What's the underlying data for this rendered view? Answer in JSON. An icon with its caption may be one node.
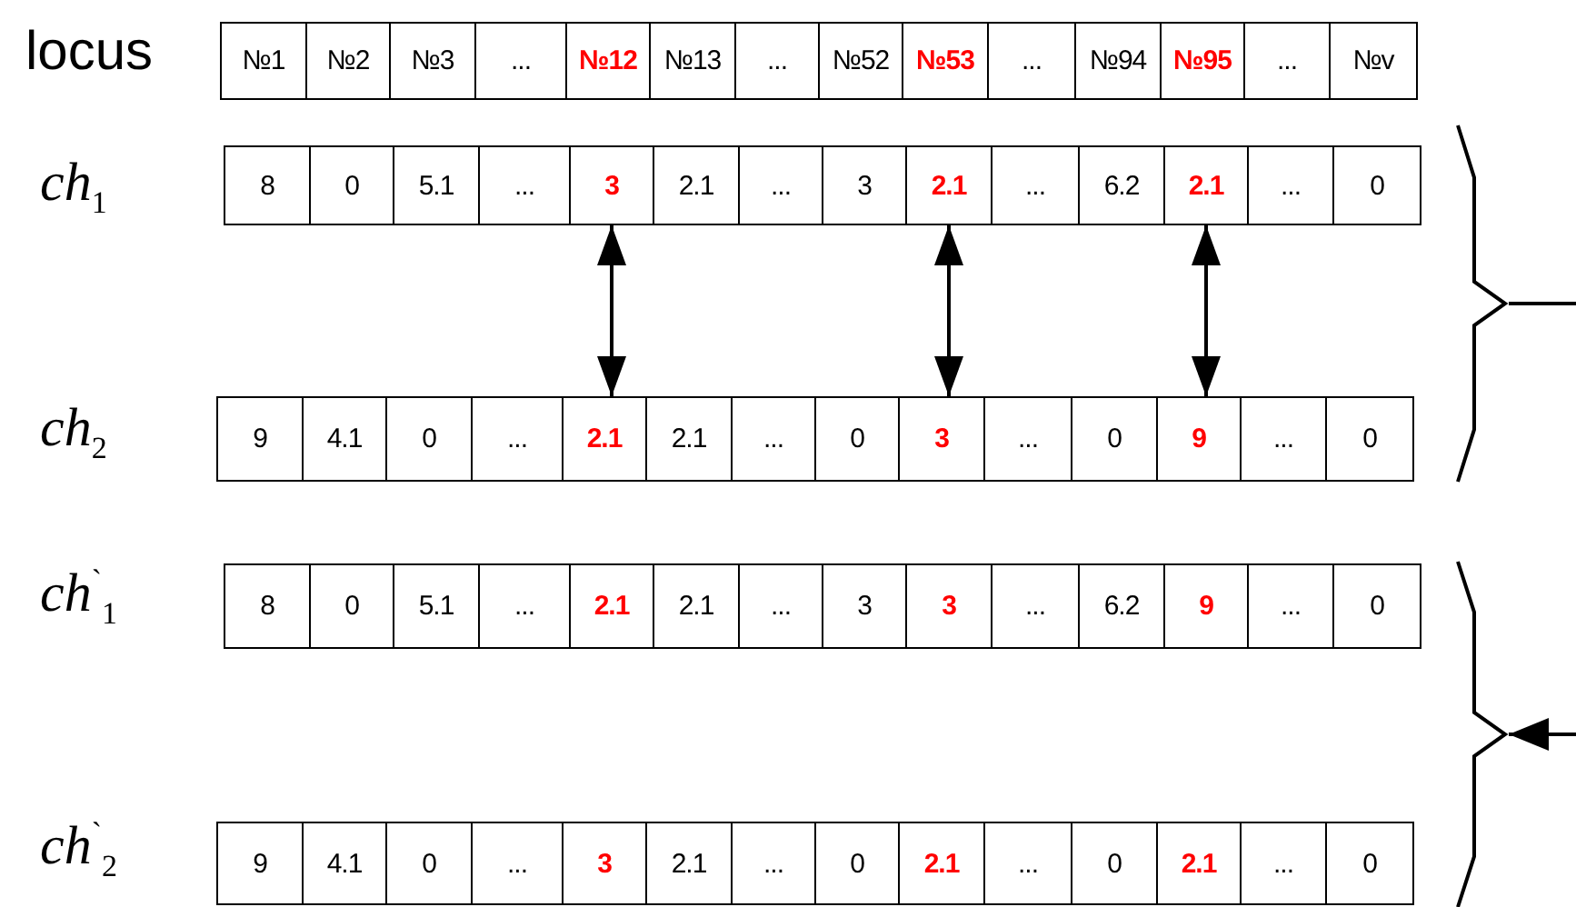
{
  "diagram": {
    "nodes": [
      {
        "text": [
          "№1"
        ]
      },
      {
        "text": [
          "№2"
        ]
      },
      {
        "text": [
          "№3"
        ]
      },
      {
        "text": [
          "..."
        ]
      },
      {
        "text": [
          "№12"
        ]
      },
      {
        "text": [
          "№13"
        ]
      },
      {
        "text": [
          "..."
        ]
      },
      {
        "text": [
          "№52"
        ]
      },
      {
        "text": [
          "№53"
        ]
      },
      {
        "text": [
          "..."
        ]
      },
      {
        "text": [
          "№94"
        ]
      },
      {
        "text": [
          "№95"
        ]
      },
      {
        "text": [
          "..."
        ]
      },
      {
        "text": [
          "№v"
        ]
      },
      {
        "text": [
          "8"
        ]
      },
      {
        "text": [
          "0"
        ]
      },
      {
        "text": [
          "5.1"
        ]
      },
      {
        "text": [
          "..."
        ]
      },
      {
        "text": [
          "3"
        ]
      },
      {
        "text": [
          "2.1"
        ]
      },
      {
        "text": [
          "..."
        ]
      },
      {
        "text": [
          "3"
        ]
      },
      {
        "text": [
          "2.1"
        ]
      },
      {
        "text": [
          "..."
        ]
      },
      {
        "text": [
          "6.2"
        ]
      },
      {
        "text": [
          "2.1"
        ]
      },
      {
        "text": [
          "..."
        ]
      },
      {
        "text": [
          "0"
        ]
      },
      {
        "text": [
          "9"
        ]
      },
      {
        "text": [
          "4.1"
        ]
      },
      {
        "text": [
          "0"
        ]
      },
      {
        "text": [
          "..."
        ]
      },
      {
        "text": [
          "2.1"
        ]
      },
      {
        "text": [
          "2.1"
        ]
      },
      {
        "text": [
          "..."
        ]
      },
      {
        "text": [
          "0"
        ]
      },
      {
        "text": [
          "3"
        ]
      },
      {
        "text": [
          "..."
        ]
      },
      {
        "text": [
          "0"
        ]
      },
      {
        "text": [
          "9"
        ]
      },
      {
        "text": [
          "..."
        ]
      },
      {
        "text": [
          "0"
        ]
      },
      {
        "text": [
          "8"
        ]
      },
      {
        "text": [
          "0"
        ]
      },
      {
        "text": [
          "5.1"
        ]
      },
      {
        "text": [
          "..."
        ]
      },
      {
        "text": [
          "2.1"
        ]
      },
      {
        "text": [
          "2.1"
        ]
      },
      {
        "text": [
          "..."
        ]
      },
      {
        "text": [
          "3"
        ]
      },
      {
        "text": [
          "3"
        ]
      },
      {
        "text": [
          "..."
        ]
      },
      {
        "text": [
          "6.2"
        ]
      },
      {
        "text": [
          "9"
        ]
      },
      {
        "text": [
          "..."
        ]
      },
      {
        "text": [
          "0"
        ]
      },
      {
        "text": [
          "9"
        ]
      },
      {
        "text": [
          "4.1"
        ]
      },
      {
        "text": [
          "0"
        ]
      },
      {
        "text": [
          "..."
        ]
      },
      {
        "text": [
          "3"
        ]
      },
      {
        "text": [
          "2.1"
        ]
      },
      {
        "text": [
          "..."
        ]
      },
      {
        "text": [
          "0"
        ]
      },
      {
        "text": [
          "2.1"
        ]
      },
      {
        "text": [
          "..."
        ]
      },
      {
        "text": [
          "0"
        ]
      },
      {
        "text": [
          "2.1"
        ]
      },
      {
        "text": [
          "..."
        ]
      },
      {
        "text": [
          "0"
        ]
      },
      {
        "text": [],
        "shape": "bracket"
      },
      {
        "text": [],
        "shape": "bracket"
      }
    ],
    "edges": [
      {
        "from": 18,
        "to": 32,
        "arrow": "both"
      },
      {
        "from": 22,
        "to": 36,
        "arrow": "both"
      },
      {
        "from": 25,
        "to": 39,
        "arrow": "both"
      },
      {
        "from": 70,
        "to": null,
        "arrow": "none"
      },
      {
        "from": null,
        "to": 71,
        "arrow": "to"
      }
    ],
    "labels": [
      "locus",
      "*ch*$_{1}$",
      "*ch*$_{2}$",
      "*ch*$^{`}$$_{1}$",
      "*ch*$^{`}$$_{2}$"
    ]
  }
}
